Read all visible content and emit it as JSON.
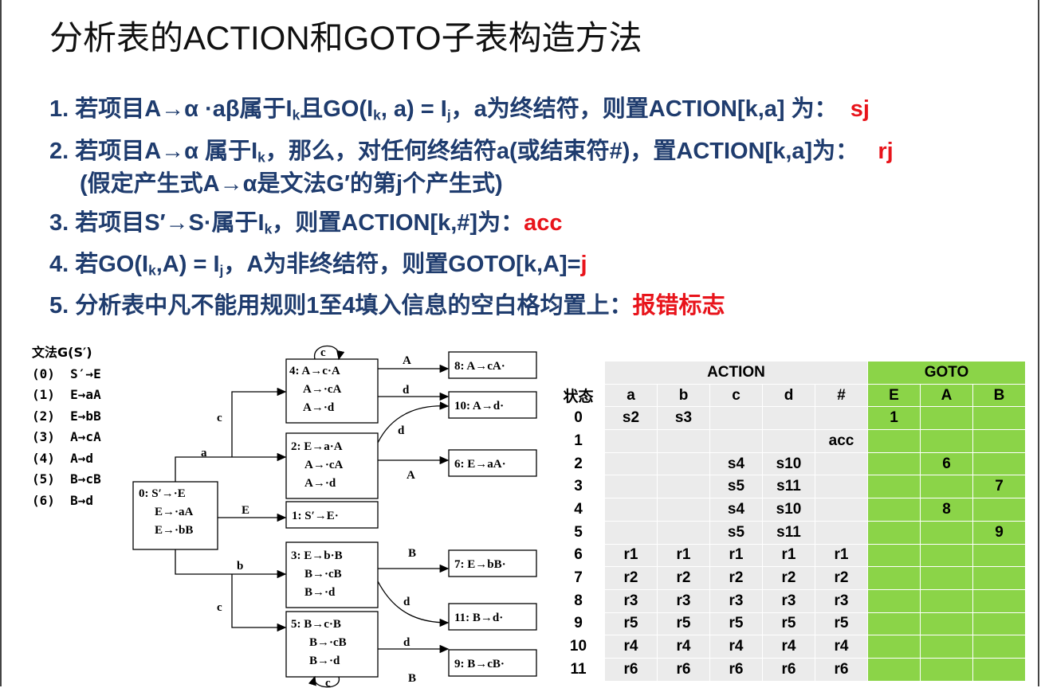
{
  "title": "分析表的ACTION和GOTO子表构造方法",
  "rules": {
    "r1": {
      "pre": "1. 若项目A→α ·aβ属于I",
      "k": "k",
      "mid": "且GO(I",
      "k2": "k",
      "mid2": ", a) = I",
      "j": "j",
      "post": "，a为终结符，则置ACTION[k,a] 为：",
      "val": "sj"
    },
    "r2": {
      "pre": "2.  若项目A→α 属于I",
      "k": "k",
      "post": "，那么，对任何终结符a(或结束符#)，置ACTION[k,a]为：",
      "val": "rj",
      "line2": "(假定产生式A→α是文法G′的第j个产生式)"
    },
    "r3": {
      "pre": "3. 若项目S′→S·属于I",
      "k": "k",
      "post": "，则置ACTION[k,#]为：",
      "val": "acc"
    },
    "r4": {
      "pre": "4. 若GO(I",
      "k": "k",
      "mid": ",A) = I",
      "j": "j",
      "post": "，A为非终结符，则置GOTO[k,A]=",
      "val": "j"
    },
    "r5": {
      "pre": "5. 分析表中凡不能用规则1至4填入信息的空白格均置上：",
      "val": "报错标志"
    }
  },
  "grammar": {
    "title": "文法G(S′)",
    "productions": [
      "(0)  S′→E",
      "(1)  E→aA",
      "(2)  E→bB",
      "(3)  A→cA",
      "(4)  A→d",
      "(5)  B→cB",
      "(6)  B→d"
    ]
  },
  "dfa": {
    "s0": [
      "0: S′→·E",
      "E→·aA",
      "E→·bB"
    ],
    "s1": "1: S′→E·",
    "s2": [
      "2: E→a·A",
      "A→·cA",
      "A→·d"
    ],
    "s3": [
      "3: E→b·B",
      "B→·cB",
      "B→·d"
    ],
    "s4": [
      "4: A→c·A",
      "A→·cA",
      "A→·d"
    ],
    "s5": [
      "5: B→c·B",
      "B→·cB",
      "B→·d"
    ],
    "s6": "6: E→aA·",
    "s7": "7: E→bB·",
    "s8": "8: A→cA·",
    "s9": "9: B→cB·",
    "s10": "10: A→d·",
    "s11": "11: B→d·",
    "labels": {
      "a": "a",
      "b": "b",
      "c": "c",
      "d": "d",
      "E": "E",
      "A": "A",
      "B": "B"
    }
  },
  "table": {
    "action_header": "ACTION",
    "goto_header": "GOTO",
    "state_header": "状态",
    "action_cols": [
      "a",
      "b",
      "c",
      "d",
      "#"
    ],
    "goto_cols": [
      "E",
      "A",
      "B"
    ],
    "rows": [
      [
        "0",
        "s2",
        "s3",
        "",
        "",
        "",
        "1",
        "",
        ""
      ],
      [
        "1",
        "",
        "",
        "",
        "",
        "acc",
        "",
        "",
        ""
      ],
      [
        "2",
        "",
        "",
        "s4",
        "s10",
        "",
        "",
        "6",
        ""
      ],
      [
        "3",
        "",
        "",
        "s5",
        "s11",
        "",
        "",
        "",
        "7"
      ],
      [
        "4",
        "",
        "",
        "s4",
        "s10",
        "",
        "",
        "8",
        ""
      ],
      [
        "5",
        "",
        "",
        "s5",
        "s11",
        "",
        "",
        "",
        "9"
      ],
      [
        "6",
        "r1",
        "r1",
        "r1",
        "r1",
        "r1",
        "",
        "",
        ""
      ],
      [
        "7",
        "r2",
        "r2",
        "r2",
        "r2",
        "r2",
        "",
        "",
        ""
      ],
      [
        "8",
        "r3",
        "r3",
        "r3",
        "r3",
        "r3",
        "",
        "",
        ""
      ],
      [
        "9",
        "r5",
        "r5",
        "r5",
        "r5",
        "r5",
        "",
        "",
        ""
      ],
      [
        "10",
        "r4",
        "r4",
        "r4",
        "r4",
        "r4",
        "",
        "",
        ""
      ],
      [
        "11",
        "r6",
        "r6",
        "r6",
        "r6",
        "r6",
        "",
        "",
        ""
      ]
    ]
  },
  "colors": {
    "rule_text": "#1f3c6e",
    "highlight": "#e8141b",
    "goto_bg": "#8bd448",
    "action_bg": "#ebebeb"
  }
}
